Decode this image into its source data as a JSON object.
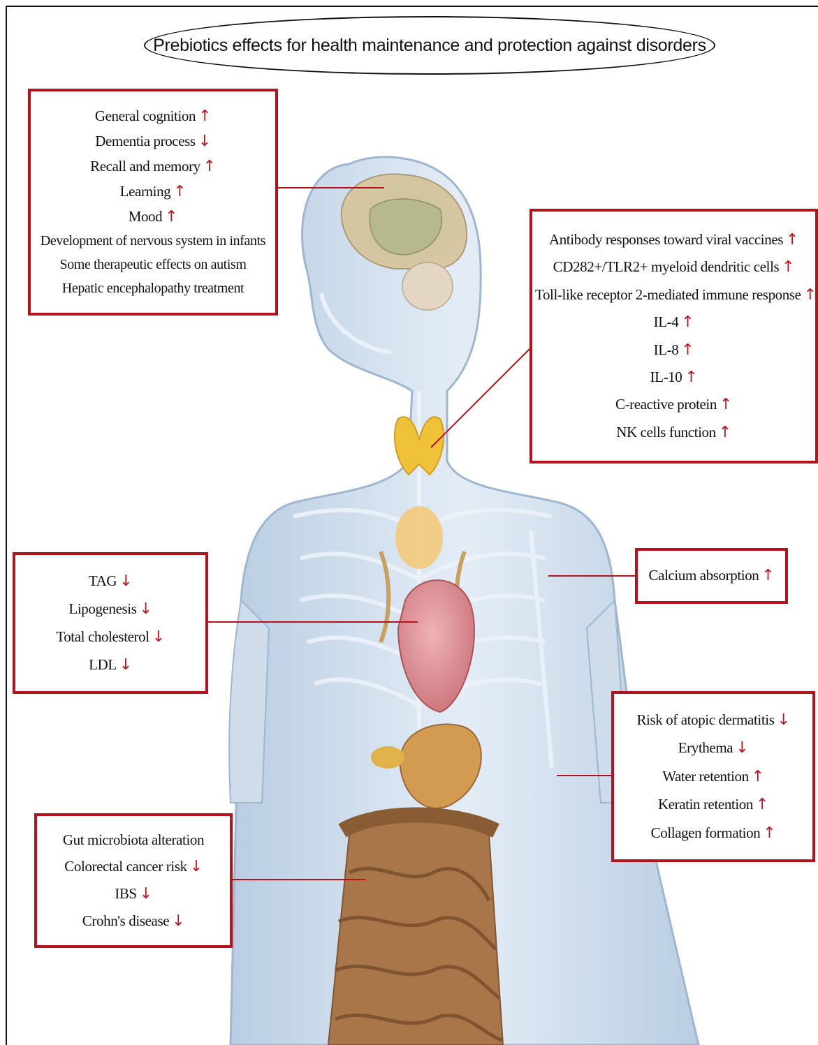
{
  "title": "Prebiotics effects for health maintenance and protection against disorders",
  "colors": {
    "box_border": "#b5121b",
    "arrow": "#c0141c",
    "body": "#c9d9ea",
    "brain": "#d8c9a8",
    "thyroid": "#f0c23a",
    "heart": "#d9838a",
    "intestine": "#9a6a3c"
  },
  "icons": {
    "up": "up-arrow-icon",
    "down": "down-arrow-icon"
  },
  "boxes": {
    "brain": {
      "items": [
        {
          "text": "General cognition",
          "arrow": "↑"
        },
        {
          "text": "Dementia process",
          "arrow": "↓"
        },
        {
          "text": "Recall and memory",
          "arrow": "↑"
        },
        {
          "text": "Learning",
          "arrow": "↑"
        },
        {
          "text": "Mood",
          "arrow": "↑"
        },
        {
          "text": "Development of nervous system in infants",
          "arrow": ""
        },
        {
          "text": "Some therapeutic effects on autism",
          "arrow": ""
        },
        {
          "text": "Hepatic encephalopathy treatment",
          "arrow": ""
        }
      ]
    },
    "immune": {
      "items": [
        {
          "text": "Antibody responses toward viral vaccines",
          "arrow": "↑"
        },
        {
          "text": "CD282+/TLR2+ myeloid dendritic cells",
          "arrow": "↑"
        },
        {
          "text": "Toll-like receptor 2-mediated immune response",
          "arrow": "↑"
        },
        {
          "text": "IL-4",
          "arrow": "↑"
        },
        {
          "text": "IL-8",
          "arrow": "↑"
        },
        {
          "text": "IL-10",
          "arrow": "↑"
        },
        {
          "text": "C-reactive protein",
          "arrow": "↑"
        },
        {
          "text": "NK cells function",
          "arrow": "↑"
        }
      ]
    },
    "heart": {
      "items": [
        {
          "text": "TAG",
          "arrow": "↓"
        },
        {
          "text": "Lipogenesis",
          "arrow": "↓"
        },
        {
          "text": "Total cholesterol",
          "arrow": "↓"
        },
        {
          "text": "LDL",
          "arrow": "↓"
        }
      ]
    },
    "bone": {
      "items": [
        {
          "text": "Calcium absorption",
          "arrow": "↑"
        }
      ]
    },
    "skin": {
      "items": [
        {
          "text": "Risk of atopic dermatitis",
          "arrow": "↓"
        },
        {
          "text": "Erythema",
          "arrow": "↓"
        },
        {
          "text": "Water retention",
          "arrow": "↑"
        },
        {
          "text": "Keratin retention",
          "arrow": "↑"
        },
        {
          "text": "Collagen formation",
          "arrow": "↑"
        }
      ]
    },
    "gut": {
      "items": [
        {
          "text": "Gut microbiota alteration",
          "arrow": ""
        },
        {
          "text": "Colorectal cancer risk",
          "arrow": "↓"
        },
        {
          "text": "IBS",
          "arrow": "↓"
        },
        {
          "text": "Crohn's disease",
          "arrow": "↓"
        }
      ]
    }
  }
}
